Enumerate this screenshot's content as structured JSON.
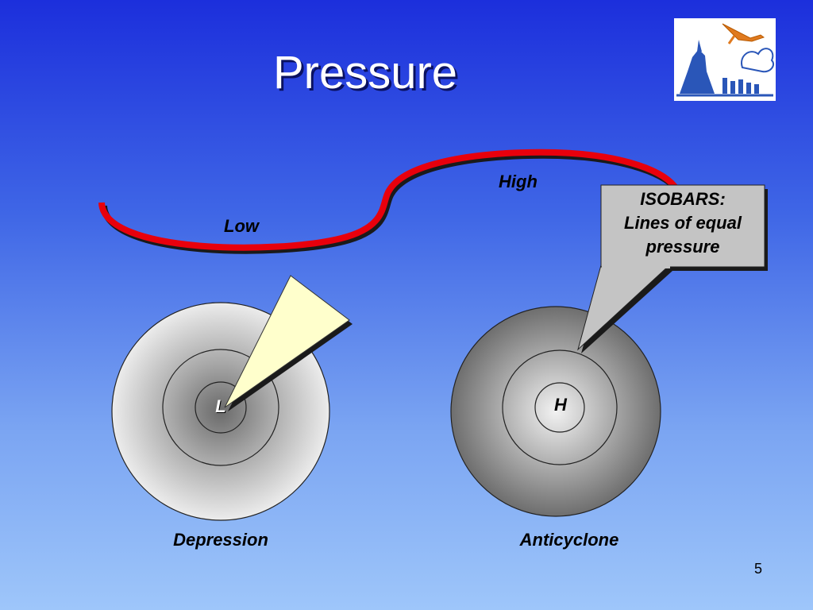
{
  "slide": {
    "title": "Pressure",
    "page_number": "5"
  },
  "isobar_curve": {
    "low_label": "Low",
    "high_label": "High",
    "color": "#e8000c"
  },
  "systems": {
    "depression": {
      "caption": "Depression",
      "center_letter": "L"
    },
    "anticyclone": {
      "caption": "Anticyclone",
      "center_letter": "H"
    }
  },
  "callout": {
    "line1": "ISOBARS:",
    "line2": "Lines of equal",
    "line3": "pressure",
    "fill": "#c4c4c4"
  },
  "colors": {
    "background_top": "#1c2fdc",
    "background_bottom": "#9ec6fa",
    "wedge_fill": "#ffffcc"
  },
  "logo": {
    "icon": "glider-and-city-skyline-logo"
  }
}
